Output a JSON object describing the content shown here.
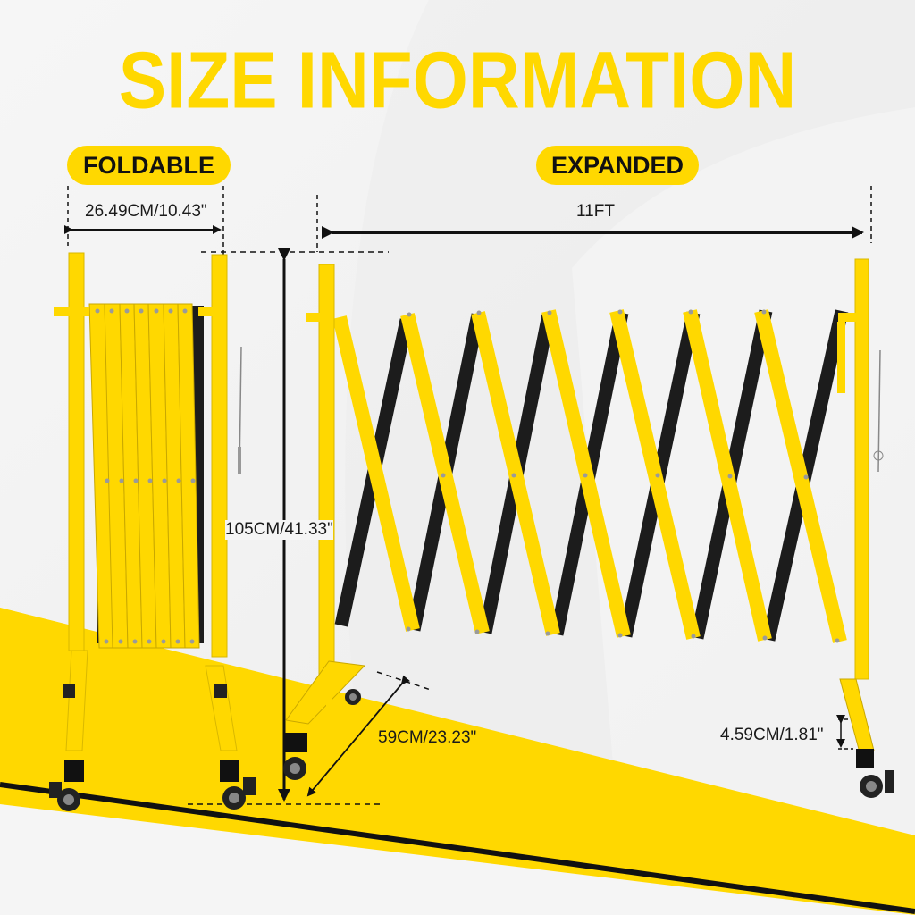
{
  "title": "SIZE INFORMATION",
  "colors": {
    "brand_yellow": "#FFD800",
    "text_dark": "#111111",
    "background": "#f3f3f3",
    "barrier_black": "#1c1c1c"
  },
  "sections": {
    "foldable": {
      "label": "FOLDABLE",
      "width_dimension": "26.49CM/10.43\""
    },
    "expanded": {
      "label": "EXPANDED",
      "length_dimension": "11FT"
    }
  },
  "dimensions": {
    "height": "105CM/41.33\"",
    "base_depth": "59CM/23.23\"",
    "ground_clearance": "4.59CM/1.81\""
  }
}
